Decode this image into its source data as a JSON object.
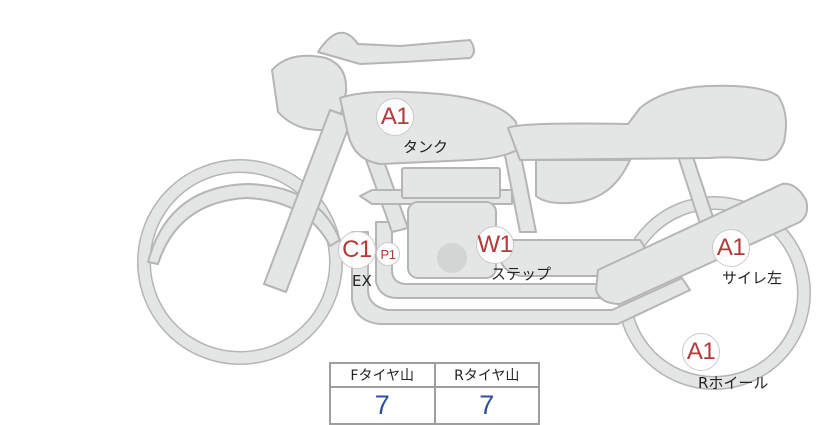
{
  "markers": {
    "tank": {
      "code": "A1",
      "label": "タンク"
    },
    "exhaust": {
      "code": "C1",
      "sub_code": "P1",
      "label": "EX"
    },
    "step": {
      "code": "W1",
      "label": "ステップ"
    },
    "silencer_left": {
      "code": "A1",
      "label": "サイレ左"
    },
    "rear_wheel": {
      "code": "A1",
      "label": "Rホイール"
    }
  },
  "tire_table": {
    "headers": [
      "Fタイヤ山",
      "Rタイヤ山"
    ],
    "values": [
      "7",
      "7"
    ]
  },
  "colors": {
    "marker_text": "#b23a3a",
    "value_text": "#2e4fa0",
    "bike_fill": "#e4e5e5",
    "bike_stroke": "#b5b5b5"
  }
}
